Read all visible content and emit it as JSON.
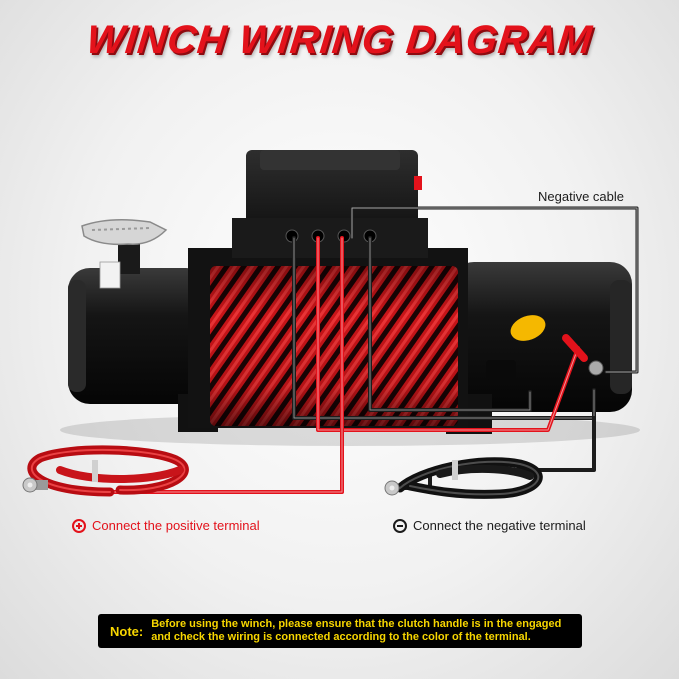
{
  "title": "WINCH WIRING DAGRAM",
  "labels": {
    "negative_cable": "Negative cable",
    "positive_terminal": "Connect the positive terminal",
    "negative_terminal": "Connect the negative terminal"
  },
  "note": {
    "tag": "Note:",
    "line1": "Before using the winch, please ensure that the clutch handle is in the engaged",
    "line2": "and check the wiring is connected according to the color of the terminal."
  },
  "colors": {
    "title": "#e3121b",
    "positive_wire": "#e3121b",
    "negative_wire": "#1c1c1c",
    "note_background": "#000000",
    "note_text": "#f7d600"
  }
}
